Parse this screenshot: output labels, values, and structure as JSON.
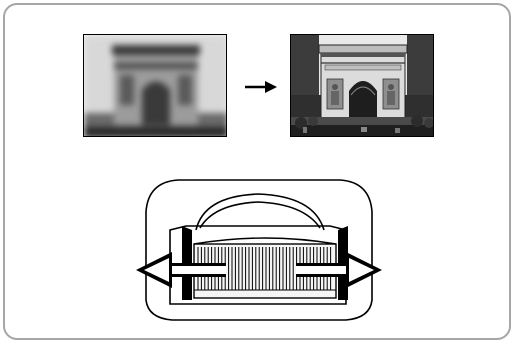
{
  "illustration": {
    "before_image": "arc-de-triomphe-blurred",
    "after_image": "arc-de-triomphe-focused",
    "transition_icon": "right-arrow-icon",
    "control": "focus-ring",
    "control_arrows": [
      "left-arrow-icon",
      "right-arrow-icon"
    ]
  },
  "colors": {
    "frame": "#a6a6a6",
    "ink": "#000000",
    "sky": "#f2f2f2",
    "stone_dark": "#2a2a2a",
    "stone_mid": "#9a9a9a",
    "stone_light": "#d9d9d9"
  }
}
